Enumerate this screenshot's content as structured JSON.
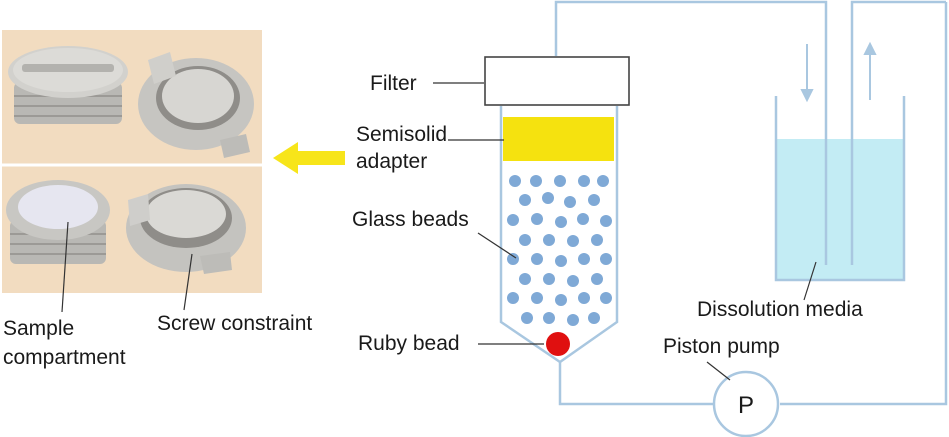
{
  "labels": {
    "filter": "Filter",
    "semisolid_line1": "Semisolid",
    "semisolid_line2": "adapter",
    "glass_beads": "Glass beads",
    "ruby_bead": "Ruby bead",
    "piston_pump": "Piston pump",
    "pump_symbol": "P",
    "dissolution_media": "Dissolution media",
    "sample_line1": "Sample",
    "sample_line2": "compartment",
    "screw_constraint": "Screw constraint"
  },
  "colors": {
    "tubing": "#a9c7e0",
    "adapter_yellow": "#f5e20f",
    "arrow_yellow": "#f7e51a",
    "bead_blue": "#7fa9d6",
    "ruby_red": "#e01010",
    "media_fill": "#c3ecf4",
    "photo_bg": "#f2dcc0",
    "part_gray": "#c9c9c6"
  }
}
